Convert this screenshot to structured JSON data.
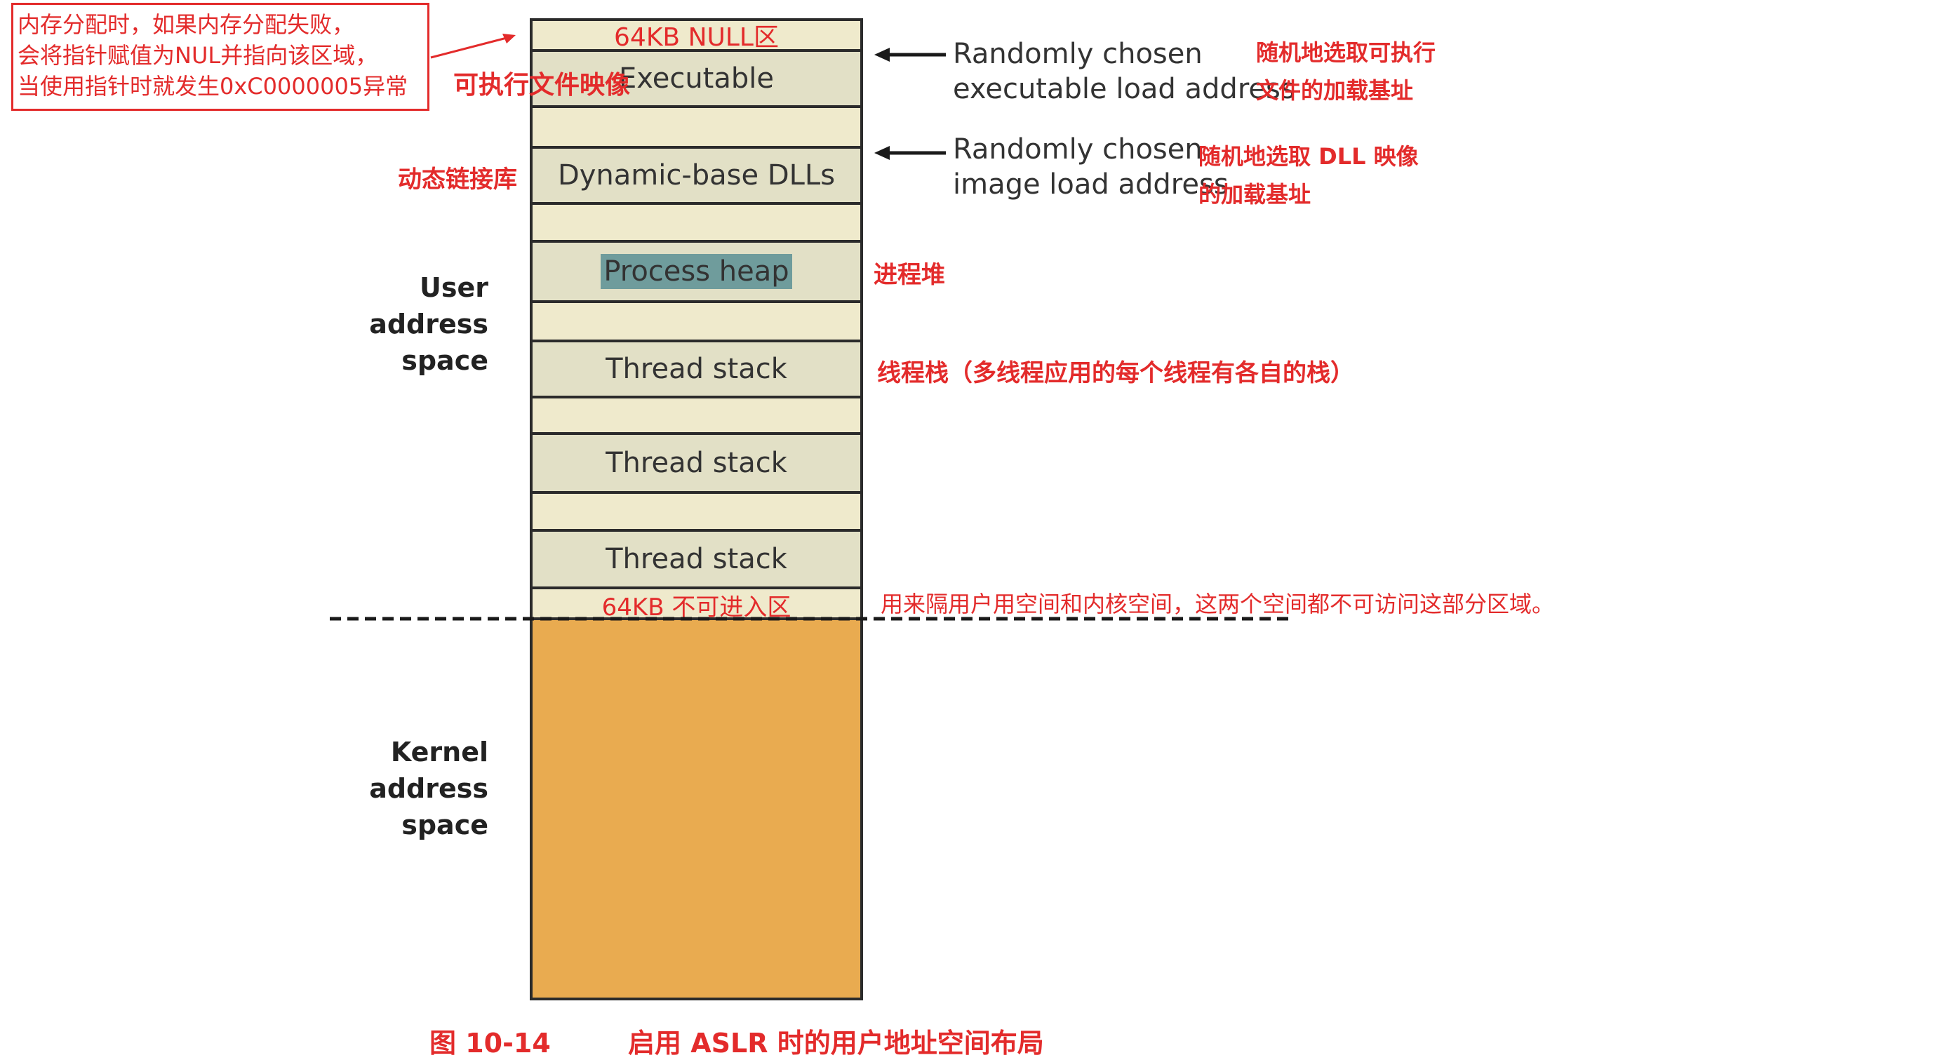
{
  "diagram": {
    "null_region": "64KB NULL区",
    "executable_cn": "可执行文件映像",
    "executable": "Executable",
    "dll_cn": "动态链接库",
    "dll": "Dynamic-base DLLs",
    "heap": "Process heap",
    "heap_cn": "进程堆",
    "thread_stacks": [
      "Thread stack",
      "Thread stack",
      "Thread stack"
    ],
    "thread_stack_cn": "线程栈（多线程应用的每个线程有各自的栈）",
    "no_access_region": "64KB 不可进入区",
    "no_access_note": "用来隔用户用空间和内核空间，这两个空间都不可访问这部分区域。",
    "user_space": [
      "User",
      "address",
      "space"
    ],
    "kernel_space": [
      "Kernel",
      "address",
      "space"
    ],
    "exe_annotation": [
      "Randomly chosen",
      "executable load address"
    ],
    "exe_annotation_cn": [
      "随机地选取可执行",
      "文件的加载基址"
    ],
    "dll_annotation": [
      "Randomly chosen",
      "image load address"
    ],
    "dll_annotation_cn": [
      "随机地选取 DLL 映像",
      "的加载基址"
    ],
    "null_note": [
      "内存分配时，如果内存分配失败，",
      "会将指针赋值为NUL并指向该区域，",
      "当使用指针时就发生0xC0000005异常"
    ],
    "caption_number": "图 10-14",
    "caption_title": "启用 ASLR 时的用户地址空间布局"
  },
  "colors": {
    "user_gap": "#efeacc",
    "user_block": "#e2e0c6",
    "kernel": "#e9ab50",
    "heap_highlight": "#6f9c9c",
    "annotation_red": "#e32b2b"
  }
}
